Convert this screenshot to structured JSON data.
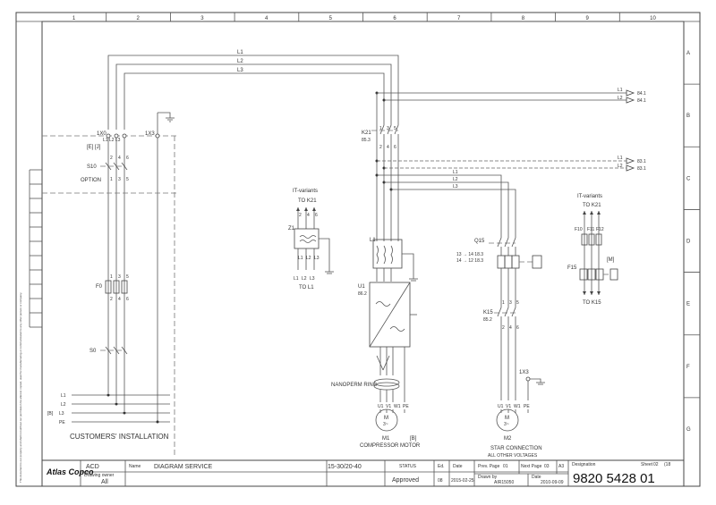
{
  "frame": {
    "columns": [
      "1",
      "2",
      "3",
      "4",
      "5",
      "6",
      "7",
      "8",
      "9",
      "10"
    ],
    "rows": [
      "A",
      "B",
      "C",
      "D",
      "E",
      "F",
      "G"
    ]
  },
  "lines": {
    "l1": "L1",
    "l2": "L2",
    "l3": "L3",
    "pe": "PE",
    "to_84": "84.1",
    "to_83": "83.1"
  },
  "components": {
    "k21": "K21",
    "k21_ref": "85.3",
    "x0": "1X0",
    "x0_sub": "L1 L2 L3",
    "x0_tag": "[E] [J]",
    "x3": "1X3",
    "s10": "S10",
    "option": "OPTION",
    "f0": "F0",
    "s0": "S0",
    "it_variants": "IT-variants",
    "to_k21": "TO K21",
    "to_l1": "TO L1",
    "z1": "Z1",
    "l1_choke": "L1",
    "u1": "U1",
    "u1_ref": "86.2",
    "q15": "Q15",
    "q15_r1": "13 → 14  18.3",
    "q15_r2": "14 → 12  18.3",
    "k15": "K15",
    "k15_ref": "85.2",
    "x3b": "1X3",
    "f10": "F10",
    "f11": "F11",
    "f12": "F12",
    "f15": "F15",
    "m_tag": "[M]",
    "to_k15": "TO K15",
    "nanoperm": "NANOPERM RING",
    "m1": "M1",
    "m1_sub": "COMPRESSOR MOTOR",
    "b_tag": "[B]",
    "m2": "M2",
    "star": "STAR CONNECTION",
    "all_other": "ALL OTHER VOLTAGES",
    "motor_m": "M",
    "motor_3": "3~",
    "customers": "CUSTOMERS' INSTALLATION",
    "b_tag2": "[B]",
    "pin_246": [
      "2",
      "4",
      "6"
    ],
    "pin_135": [
      "1",
      "3",
      "5"
    ],
    "uvw": [
      "U1",
      "V1",
      "W1",
      "PE"
    ],
    "uvw2": [
      "U1",
      "V1",
      "W1",
      "PE"
    ]
  },
  "title_block": {
    "logo": "Atlas Copco",
    "acd": "ACD",
    "drawing_owner_label": "Drawing owner",
    "drawing_owner": "All",
    "name_label": "Name",
    "name": "DIAGRAM SERVICE",
    "model": "15-30/20-40",
    "status_label": "STATUS",
    "status": "Approved",
    "ed_label": "Ed.",
    "ed": "08",
    "date_label": "Date",
    "date": "2015-02-25",
    "prev_page_label": "Prev. Page",
    "prev_page": "01",
    "next_page_label": "Next Page",
    "next_page": "03",
    "size": "A3",
    "drawn_by_label": "Drawn by",
    "drawn_by": "AIR15050",
    "date2_label": "Date",
    "date2": "2010-09-09",
    "designation_label": "Designation",
    "sheet_label": "Sheet",
    "sheet": "02",
    "sheet_of": "(18",
    "designation": "9820 5428 01",
    "side_note": "This document is our property and shall not without our permission be altered, copied, used for manufacturing or communicated to any other person or company."
  }
}
